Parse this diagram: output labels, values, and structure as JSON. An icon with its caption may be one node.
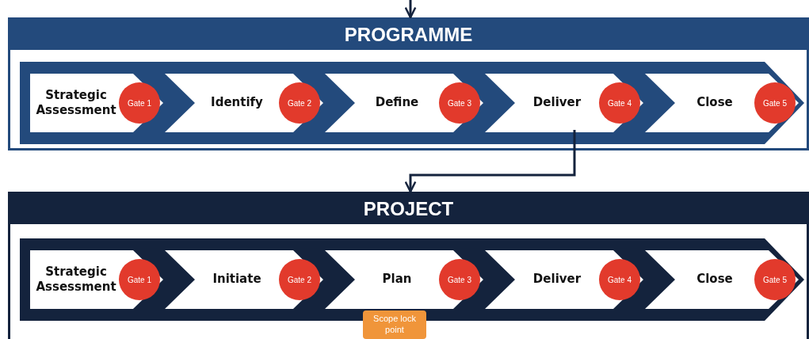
{
  "diagram": {
    "nodes": [
      {
        "text": [
          "PROGRAMME"
        ]
      },
      {
        "text": [
          "Strategic Assessment"
        ],
        "in": 0
      },
      {
        "text": [
          "Gate 1"
        ],
        "in": 1
      },
      {
        "text": [
          "Identify"
        ],
        "in": 0
      },
      {
        "text": [
          "Gate 2"
        ],
        "in": 3
      },
      {
        "text": [
          "Define"
        ],
        "in": 0
      },
      {
        "text": [
          "Gate 3"
        ],
        "in": 5
      },
      {
        "text": [
          "Deliver"
        ],
        "in": 0
      },
      {
        "text": [
          "Gate 4"
        ],
        "in": 7
      },
      {
        "text": [
          "Close"
        ],
        "in": 0
      },
      {
        "text": [
          "Gate 5"
        ],
        "in": 9
      },
      {
        "text": [
          "PROJECT"
        ]
      },
      {
        "text": [
          "Strategic Assessment"
        ],
        "in": 11
      },
      {
        "text": [
          "Gate 1"
        ],
        "in": 12
      },
      {
        "text": [
          "Initiate"
        ],
        "in": 11
      },
      {
        "text": [
          "Gate 2"
        ],
        "in": 14
      },
      {
        "text": [
          "Plan"
        ],
        "in": 11
      },
      {
        "text": [
          "Gate 3"
        ],
        "in": 16
      },
      {
        "text": [
          "Deliver"
        ],
        "in": 11
      },
      {
        "text": [
          "Gate 4"
        ],
        "in": 18
      },
      {
        "text": [
          "Close"
        ],
        "in": 11
      },
      {
        "text": [
          "Gate 5"
        ],
        "in": 20
      },
      {
        "text": [
          "Scope lock point"
        ],
        "in": 11
      }
    ],
    "edges": [
      {
        "from": null,
        "to": 0,
        "arrow": "to"
      },
      {
        "from": 7,
        "to": 11,
        "arrow": "to"
      }
    ]
  }
}
